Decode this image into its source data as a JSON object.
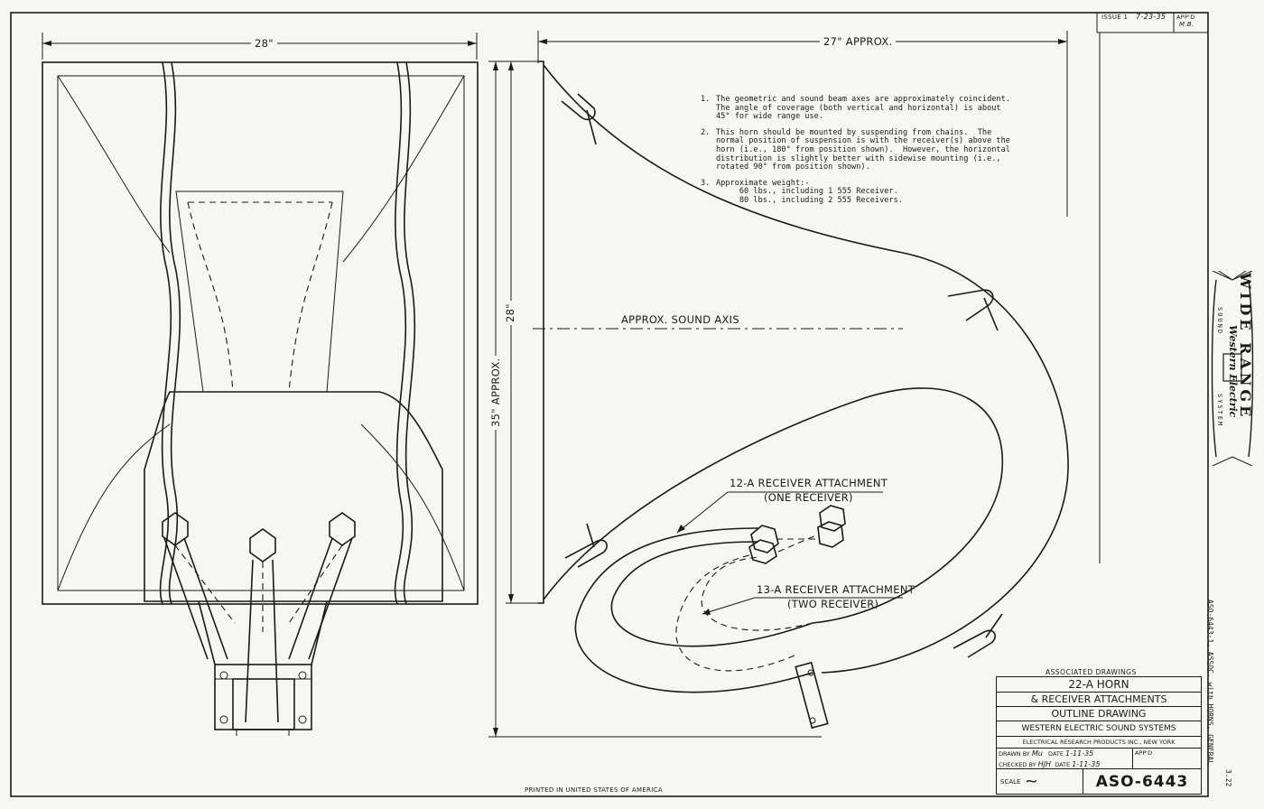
{
  "dimensions": {
    "front_width": "28\"",
    "side_width": "27\" APPROX.",
    "mouth_height": "28\"",
    "overall_height": "35\" APPROX."
  },
  "sound_axis_label": "APPROX. SOUND AXIS",
  "notes": [
    {
      "num": "1.",
      "text": "The geometric and sound beam axes are approximately coincident.\nThe angle of coverage (both vertical and horizontal) is about\n45° for wide range use."
    },
    {
      "num": "2.",
      "text": "This horn should be mounted by suspending from chains.  The\nnormal position of suspension is with the receiver(s) above the\nhorn (i.e., 180° from position shown).  However, the horizontal\ndistribution is slightly better with sidewise mounting (i.e.,\nrotated 90° from position shown)."
    },
    {
      "num": "3.",
      "text": "Approximate weight:-\n     60 lbs., including 1 555 Receiver.\n     80 lbs., including 2 555 Receivers."
    }
  ],
  "callouts": {
    "attachment_12a_line1": "12-A RECEIVER ATTACHMENT",
    "attachment_12a_line2": "(ONE RECEIVER)",
    "attachment_13a_line1": "13-A RECEIVER ATTACHMENT",
    "attachment_13a_line2": "(TWO RECEIVER)"
  },
  "title_block": {
    "associated": "ASSOCIATED  DRAWINGS",
    "title_line1": "22-A HORN",
    "title_line2": "& RECEIVER ATTACHMENTS",
    "title_line3": "OUTLINE DRAWING",
    "company": "WESTERN ELECTRIC SOUND SYSTEMS",
    "company_sub": "ELECTRICAL  RESEARCH PRODUCTS INC., NEW YORK",
    "drawn_by_label": "DRAWN BY",
    "drawn_by": "Mu",
    "drawn_date_label": "DATE",
    "drawn_date": "1-11-35",
    "checked_by_label": "CHECKED BY",
    "checked_by": "HJH",
    "checked_date_label": "DATE",
    "checked_date": "1-11-35",
    "appd_label": "APP'D",
    "scale_label": "SCALE",
    "scale_value": "~",
    "drawing_number": "ASO-6443"
  },
  "issue_block": {
    "issue": "ISSUE 1",
    "date": "7-23-35",
    "appd": "APP'D",
    "initials": "M.B."
  },
  "logo": {
    "line1": "WIDE RANGE",
    "brand": "Western Electric",
    "left_word": "SOUND",
    "right_word": "SYSTEM"
  },
  "side_reference": "ASO-6443-1, ASSOC. with HORNS, GENERAL",
  "sheet_ref": "3.22",
  "footer": "PRINTED IN UNITED STATES OF AMERICA"
}
